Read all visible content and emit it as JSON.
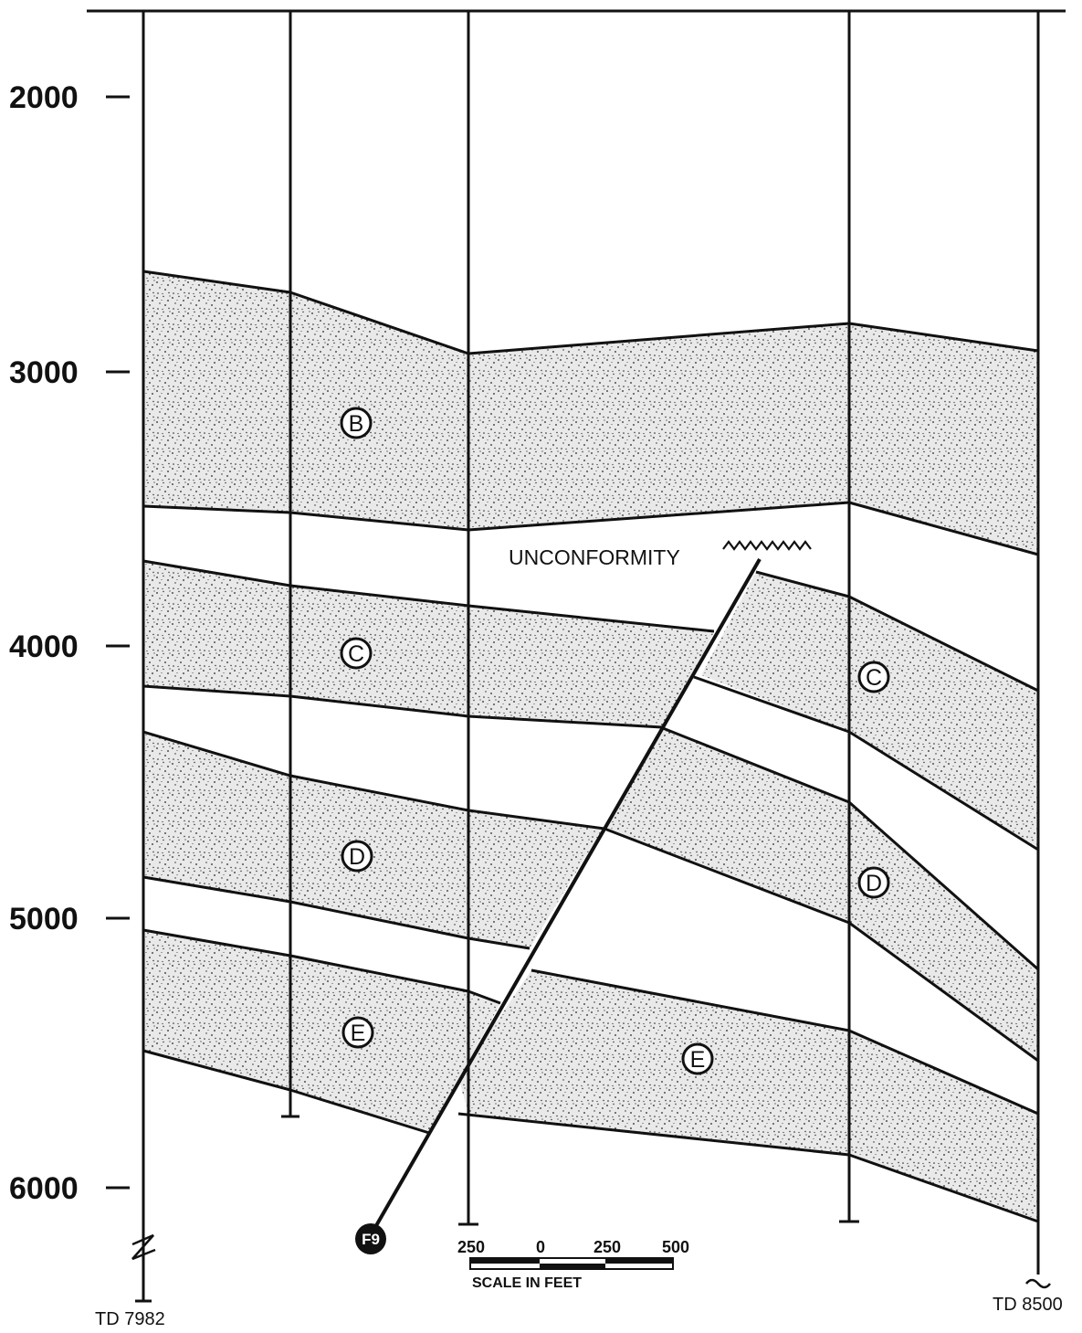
{
  "depth_scale": {
    "ticks": [
      "2000",
      "3000",
      "4000",
      "5000",
      "6000"
    ]
  },
  "units": {
    "b": "B",
    "c_left": "C",
    "c_right": "C",
    "d_left": "D",
    "d_right": "D",
    "e_left": "E",
    "e_right": "E"
  },
  "annotations": {
    "unconformity": "UNCONFORMITY",
    "fault": "F9",
    "td_left": "TD 7982",
    "td_right": "TD 8500"
  },
  "scale_bar": {
    "labels": [
      "250",
      "0",
      "250",
      "500"
    ],
    "caption": "SCALE IN FEET"
  },
  "colors": {
    "ink": "#111111",
    "sand_fill": "#e6e6e6",
    "paper": "#ffffff"
  }
}
